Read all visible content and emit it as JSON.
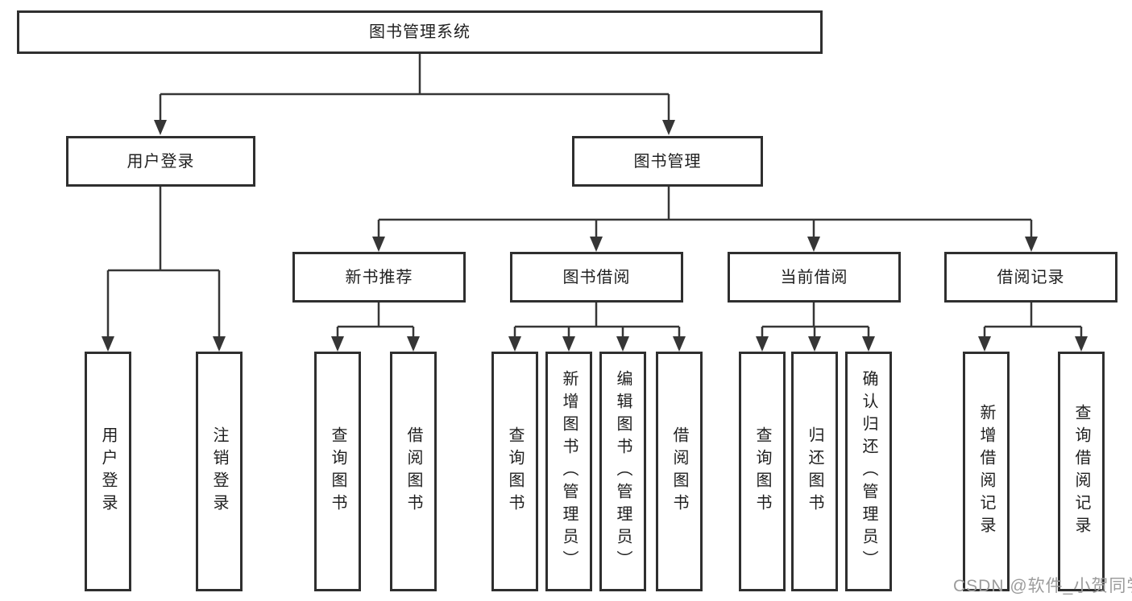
{
  "tree": {
    "root": {
      "label": "图书管理系统"
    },
    "level1": [
      {
        "label": "用户登录"
      },
      {
        "label": "图书管理"
      }
    ],
    "level2": [
      {
        "label": "新书推荐"
      },
      {
        "label": "图书借阅"
      },
      {
        "label": "当前借阅"
      },
      {
        "label": "借阅记录"
      }
    ],
    "leaves": {
      "user_login": [
        {
          "label": "用户登录"
        },
        {
          "label": "注销登录"
        }
      ],
      "new_book_rec": [
        {
          "label": "查询图书"
        },
        {
          "label": "借阅图书"
        }
      ],
      "book_borrow": [
        {
          "label": "查询图书"
        },
        {
          "label": "新增图书（管理员）"
        },
        {
          "label": "编辑图书（管理员）"
        },
        {
          "label": "借阅图书"
        }
      ],
      "current_borrow": [
        {
          "label": "查询图书"
        },
        {
          "label": "归还图书"
        },
        {
          "label": "确认归还（管理员）"
        }
      ],
      "borrow_records": [
        {
          "label": "新增借阅记录"
        },
        {
          "label": "查询借阅记录"
        }
      ]
    }
  },
  "watermark": {
    "text": "CSDN @软件_小贺同学"
  },
  "colors": {
    "line": "#363636",
    "border": "#2f2f2f",
    "text": "#1f1f1f",
    "watermark": "#9c9c9c",
    "background": "#ffffff"
  }
}
